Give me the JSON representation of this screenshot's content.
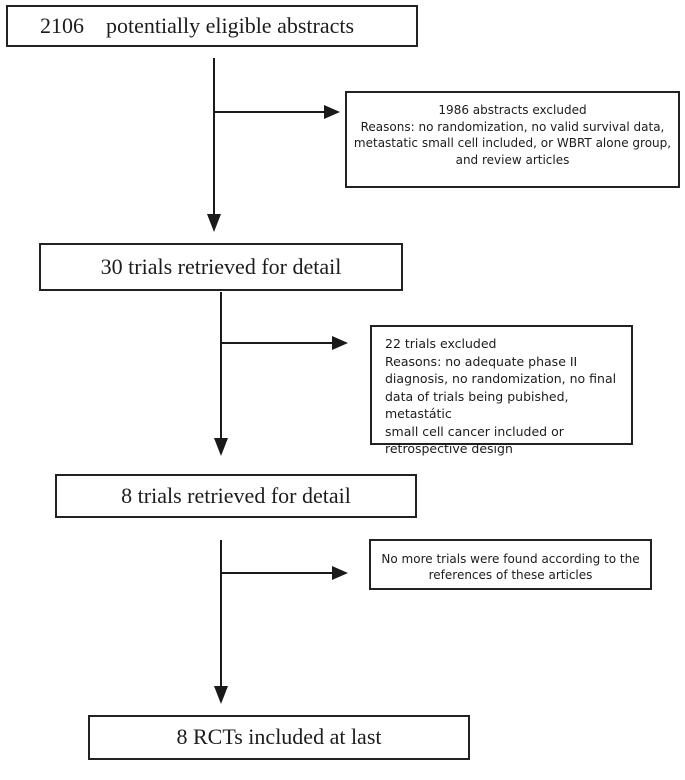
{
  "page": {
    "background_color": "#ffffff",
    "line_color": "#1a1a1a",
    "text_color": "#1c1c1c"
  },
  "flowchart": {
    "boxes": {
      "abstracts": {
        "text": "2106    potentially eligible abstracts"
      },
      "abstracts_excluded": {
        "text": "1986 abstracts excluded\nReasons: no randomization, no valid survival data,\nmetastatic small cell included, or WBRT alone group,\nand review articles"
      },
      "trials_retrieved_30": {
        "text": "30 trials retrieved for detail"
      },
      "trials_excluded": {
        "text": "22 trials excluded\nReasons: no adequate phase II\ndiagnosis, no randomization, no final\ndata of trials being pubished, metastátic\nsmall cell cancer included or\nretrospective design"
      },
      "trials_retrieved_8": {
        "text": "8 trials retrieved for detail"
      },
      "no_more_trials": {
        "text": "No more trials were found according to the\nreferences of these articles"
      },
      "rcts_included": {
        "text": "8 RCTs included at last"
      }
    }
  }
}
